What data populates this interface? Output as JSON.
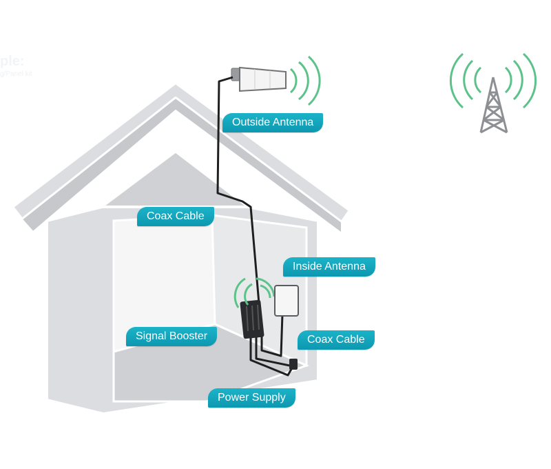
{
  "faded_text": {
    "heading": "ple:",
    "subheading": "g/Panel kit"
  },
  "labels": {
    "outside_antenna": "Outside Antenna",
    "coax_cable_upper": "Coax Cable",
    "inside_antenna": "Inside Antenna",
    "signal_booster": "Signal Booster",
    "coax_cable_lower": "Coax Cable",
    "power_supply": "Power Supply"
  },
  "colors": {
    "callout": "#13a7be",
    "signal_wave": "#5cc28a",
    "house_outline": "#ffffff",
    "house_fill": "#dcdde0",
    "cable": "#1f1f1f",
    "tower": "#8d8f94"
  }
}
